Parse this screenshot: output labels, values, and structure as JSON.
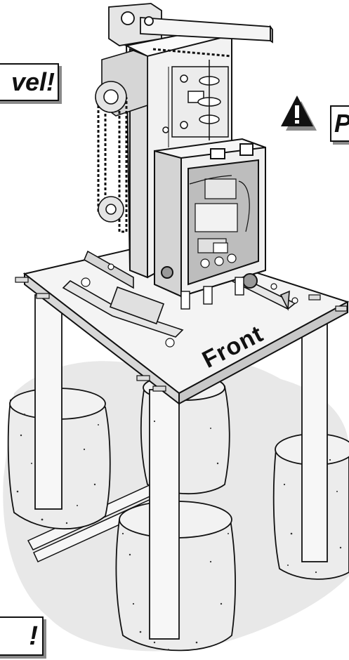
{
  "labels": {
    "level_partial": "vel!",
    "power_partial": "P",
    "bottom_partial": "!",
    "front": "Front"
  },
  "icons": {
    "warning": "warning-triangle-icon"
  },
  "colors": {
    "line": "#111111",
    "concrete": "#e8e8e8",
    "shadow_ground": "#e6e6e6",
    "metal_light": "#f4f4f4",
    "metal_mid": "#cfcfcf",
    "metal_dark": "#9a9a9a"
  }
}
